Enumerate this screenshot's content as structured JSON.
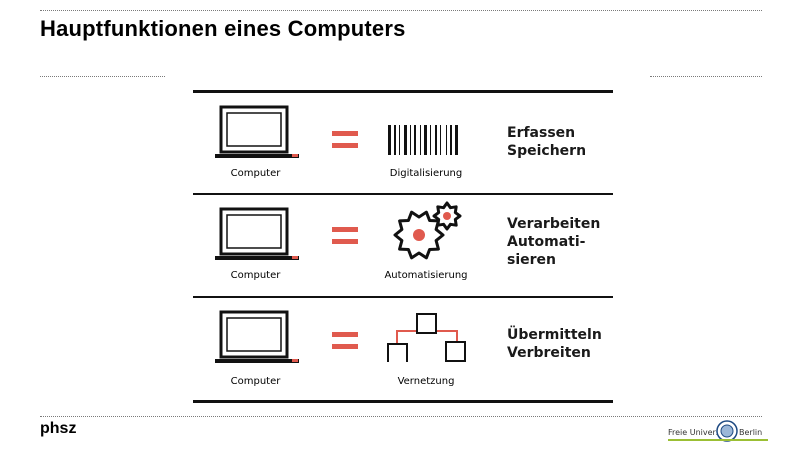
{
  "slide": {
    "title": "Hauptfunktionen eines Computers",
    "brand": "phsz"
  },
  "rows": [
    {
      "device_label": "Computer",
      "icon": "barcode-icon",
      "concept_label": "Digitalisierung",
      "functions": [
        "Erfassen",
        "Speichern"
      ]
    },
    {
      "device_label": "Computer",
      "icon": "gears-icon",
      "concept_label": "Automatisierung",
      "functions": [
        "Verarbeiten",
        "Automati-",
        "sieren"
      ]
    },
    {
      "device_label": "Computer",
      "icon": "network-icon",
      "concept_label": "Vernetzung",
      "functions": [
        "Übermitteln",
        "Verbreiten"
      ]
    }
  ],
  "footer": {
    "university_name_left": "Freie Universität",
    "university_name_right": "Berlin"
  },
  "colors": {
    "accent": "#e05a4e",
    "ink": "#111111",
    "fu_green": "#9bbf34"
  }
}
